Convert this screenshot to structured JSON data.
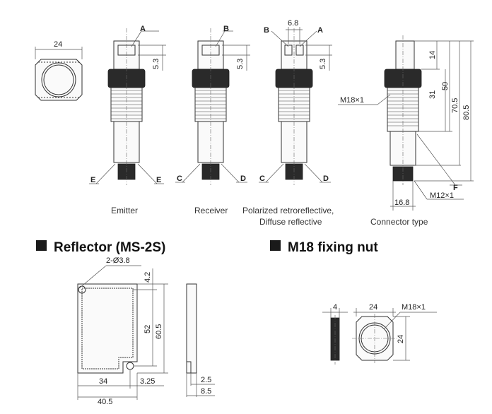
{
  "headings": {
    "reflector": "Reflector (MS-2S)",
    "nut": "M18 fixing nut"
  },
  "captions": {
    "emitter": "Emitter",
    "receiver": "Receiver",
    "polarized_line1": "Polarized retroreflective,",
    "polarized_line2": "Diffuse reflective",
    "connector": "Connector type"
  },
  "letters": {
    "A": "A",
    "B": "B",
    "C": "C",
    "D": "D",
    "E": "E",
    "F": "F"
  },
  "dimensions": {
    "front_width": "24",
    "lens_emitter": "5.3",
    "lens_receiver": "5.3",
    "lens_polar": "5.3",
    "lens_gap": "6.8",
    "cap_len": "14",
    "thread_len": "31",
    "body_len": "50",
    "len_70": "70.5",
    "len_80": "80.5",
    "thread_m18": "M18×1",
    "thread_m12": "M12×1",
    "connector_w": "16.8",
    "refl_holes": "2-Ø3.8",
    "refl_top": "4.2",
    "refl_h52": "52",
    "refl_h60": "60.5",
    "refl_w34": "34",
    "refl_w40": "40.5",
    "refl_3_25": "3.25",
    "refl_t2_5": "2.5",
    "refl_t8_5": "8.5",
    "nut_thick": "4",
    "nut_w": "24",
    "nut_h": "24",
    "nut_thread": "M18×1"
  }
}
